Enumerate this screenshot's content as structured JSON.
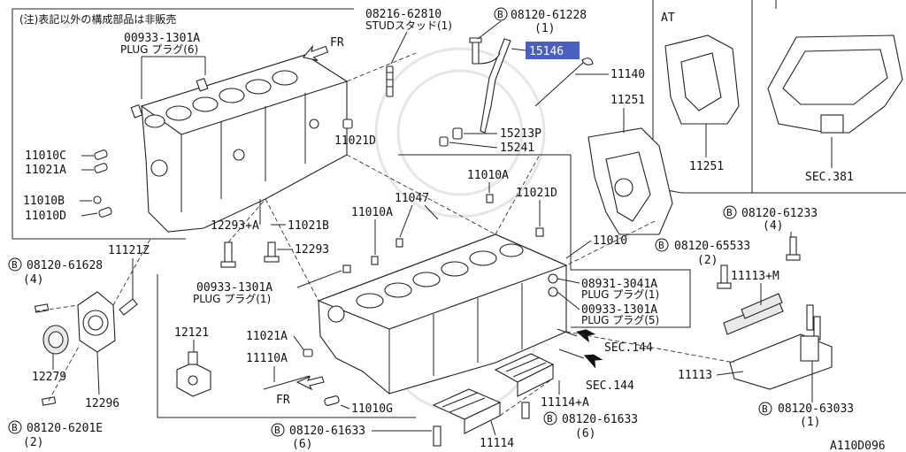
{
  "note": "(注)表記以外の構成部品は非販売",
  "inset": {
    "at_label": "AT"
  },
  "diagram_code": "A110D096",
  "highlight": {
    "part": "15146"
  },
  "callouts": {
    "plug_top_num": "00933-1301A",
    "plug_top_name": "PLUG プラグ(6)",
    "stud_num": "08216-62810",
    "stud_name": "STUDスタッド(1)",
    "bolt_top": "08120-61228",
    "bolt_top_qty": "(1)",
    "p11140": "11140",
    "p11251a": "11251",
    "p11251b": "11251",
    "sec381": "SEC.381",
    "fr_top": "FR",
    "fr_bottom": "FR",
    "p11010c": "11010C",
    "p11021a": "11021A",
    "p11010b": "11010B",
    "p11010d": "11010D",
    "p11021d_top": "11021D",
    "p15213p": "15213P",
    "p15241": "15241",
    "p11010a_right": "11010A",
    "p11047": "11047",
    "p11021d_mid": "11021D",
    "p11010a_left": "11010A",
    "p12293a": "12293+A",
    "p11021b": "11021B",
    "p12293": "12293",
    "p11010": "11010",
    "p11121z": "11121Z",
    "bolt_61628": "08120-61628",
    "bolt_61628_qty": "(4)",
    "plug_mid_num": "00933-1301A",
    "plug_mid_name": "PLUG プラグ(1)",
    "plug_r1_num": "08931-3041A",
    "plug_r1_name": "PLUG プラグ(1)",
    "plug_r2_num": "00933-1301A",
    "plug_r2_name": "PLUG プラグ(5)",
    "bolt_61233": "08120-61233",
    "bolt_61233_qty": "(4)",
    "bolt_65533": "08120-65533",
    "bolt_65533_qty": "(2)",
    "p11113m": "11113+M",
    "p11113": "11113",
    "bolt_63033": "08120-63033",
    "bolt_63033_qty": "(1)",
    "p12121": "12121",
    "p11021a_low": "11021A",
    "p11110a": "11110A",
    "p12279": "12279",
    "p12296": "12296",
    "p11010g": "11010G",
    "sec144a": "SEC.144",
    "sec144b": "SEC.144",
    "p11114a": "11114+A",
    "bolt_61633r": "08120-61633",
    "bolt_61633r_qty": "(6)",
    "bolt_61633b": "08120-61633",
    "bolt_61633b_qty": "(6)",
    "p11114": "11114",
    "bolt_6201e": "08120-6201E",
    "bolt_6201e_qty": "(2)",
    "bolt_symbol": "B"
  }
}
